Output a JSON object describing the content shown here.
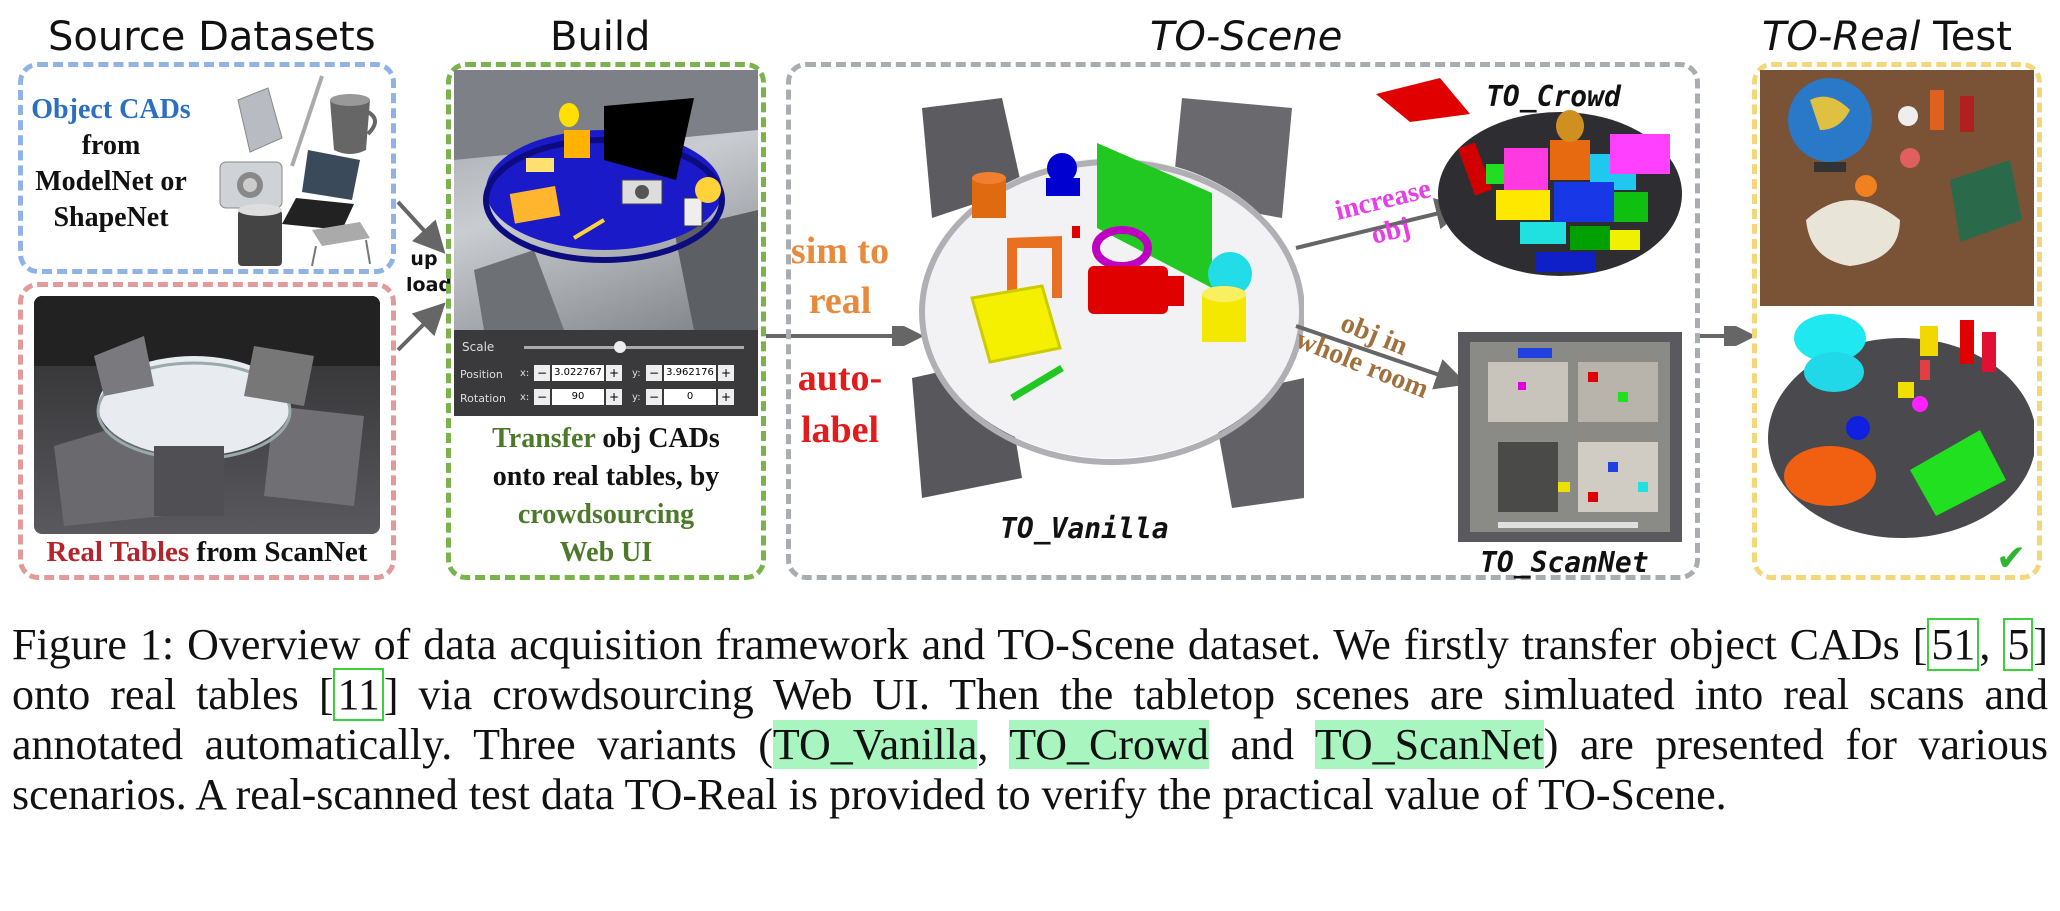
{
  "headings": {
    "source_datasets": "Source Datasets",
    "build": "Build",
    "to_scene_italic": "TO-Scene",
    "to_real_italic": "TO-Real",
    "to_real_rest": " Test"
  },
  "source": {
    "object_cads_blue": "Object CADs",
    "from": "from",
    "modelnet_or": "ModelNet or",
    "shapenet": "ShapeNet",
    "real_tables_red": "Real Tables",
    "from_scannet": " from ScanNet",
    "upload_1": "up",
    "upload_2": "load"
  },
  "build": {
    "slider_scale": "Scale",
    "position_label": "Position",
    "rotation_label": "Rotation",
    "axis_x": "x:",
    "axis_y": "y:",
    "minus": "−",
    "plus": "+",
    "position_x": "3.022767",
    "position_y": "3.962176",
    "rotation_x": "90",
    "rotation_y": "0",
    "transfer_green": "Transfer",
    "transfer_rest": " obj CADs",
    "line2": "onto real tables, by",
    "crowdsourcing": "crowdsourcing",
    "web_ui": "Web UI"
  },
  "pipeline": {
    "sim_to": "sim to",
    "real": "real",
    "auto": "auto-",
    "label": "label",
    "increase": "increase",
    "obj": "obj",
    "obj_in": "obj in",
    "whole_room": "whole room",
    "to_vanilla": "TO_Vanilla",
    "to_crowd": "TO_Crowd",
    "to_scannet": "TO_ScanNet",
    "check": "✔"
  },
  "caption": {
    "p1": "Figure 1: Overview of data acquisition framework and TO-Scene dataset. We firstly transfer object CADs [",
    "c51": "51",
    "comma": ", ",
    "c5": "5",
    "p2": "] onto real tables [",
    "c11": "11",
    "p3": "] via crowdsourcing Web UI. Then the tabletop scenes are simluated into real scans and annotated automatically. Three variants (",
    "v1": "TO_Vanilla",
    "sep1": ", ",
    "v2": "TO_Crowd",
    "and": " and ",
    "v3": "TO_ScanNet",
    "p4": ") are presented for various scenarios. A real-scanned test data TO-Real is provided to verify the practical value of TO-Scene."
  },
  "colors": {
    "blue_box": "#8fb3e6",
    "red_box": "#e39a9a",
    "green_box": "#7ab34c",
    "gray_box": "#a9acb0",
    "yellow_box": "#f4d77a",
    "orange_text": "#e88a3c",
    "red_text": "#e21b1b",
    "magenta_text": "#e83ee8",
    "brown_text": "#a0713e",
    "green_text": "#4c7a2a",
    "blue_text": "#2a6fc0",
    "dark_red_text": "#b3242b"
  }
}
